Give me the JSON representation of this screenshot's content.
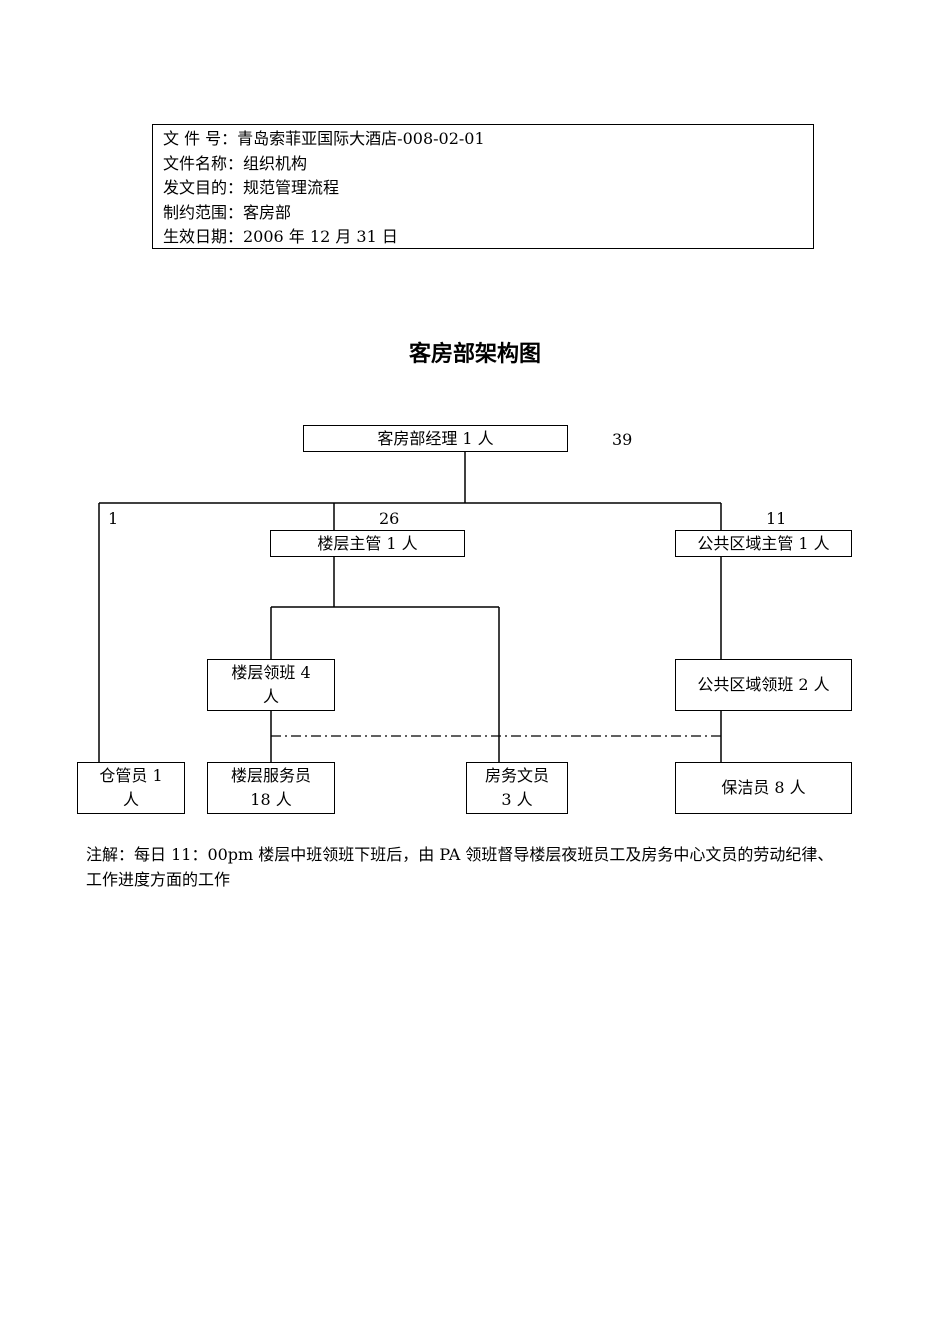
{
  "doc_header": {
    "lines": [
      "文  件  号：青岛索菲亚国际大酒店-008-02-01",
      "文件名称：组织机构",
      "发文目的：规范管理流程",
      "制约范围：客房部",
      "生效日期：2006 年 12 月 31 日"
    ]
  },
  "chart_title": "客房部架构图",
  "org": {
    "manager": {
      "label": "客房部经理 1 人",
      "count": "39"
    },
    "storekeeper": {
      "label": "仓管员 1 人",
      "count": "1"
    },
    "floor_supervisor": {
      "label": "楼层主管 1 人",
      "count": "26"
    },
    "public_area_supervisor": {
      "label": "公共区域主管 1 人",
      "count": "11"
    },
    "floor_captain": {
      "label": "楼层领班 4 人"
    },
    "public_area_captain": {
      "label": "公共区域领班 2 人"
    },
    "floor_attendant": {
      "label": "楼层服务员 18 人"
    },
    "clerk": {
      "label": "房务文员 3 人"
    },
    "cleaner": {
      "label": "保洁员 8 人"
    }
  },
  "note": "注解：每日 11：00pm 楼层中班领班下班后，由 PA 领班督导楼层夜班员工及房务中心文员的劳动纪律、工作进度方面的工作"
}
